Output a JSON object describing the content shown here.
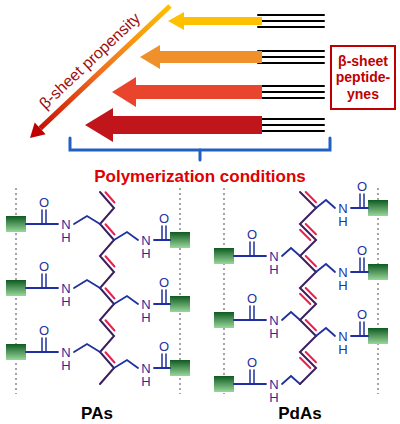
{
  "diagram": {
    "nodes": [
      {
        "text": [
          "β-sheet peptide-ynes"
        ]
      }
    ],
    "labels": [
      "β-sheet propensity",
      "Polymerization conditions",
      "O",
      "N",
      "H",
      "O",
      "N",
      "H",
      "O",
      "N",
      "H",
      "O",
      "N",
      "H",
      "O",
      "N",
      "H",
      "O",
      "N",
      "H",
      "O",
      "N",
      "H",
      "O",
      "N",
      "H",
      "O",
      "N",
      "H",
      "O",
      "N",
      "H",
      "O",
      "N",
      "H",
      "O",
      "N",
      "H",
      "PAs",
      "PdAs"
    ]
  }
}
